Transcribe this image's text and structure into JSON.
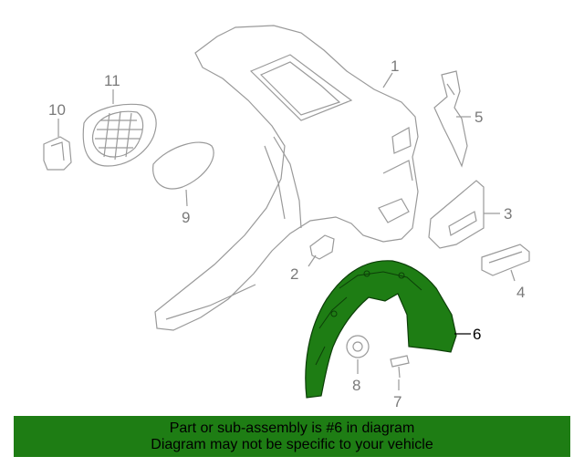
{
  "diagram": {
    "callouts": [
      {
        "id": "1",
        "label": "1"
      },
      {
        "id": "2",
        "label": "2"
      },
      {
        "id": "3",
        "label": "3"
      },
      {
        "id": "4",
        "label": "4"
      },
      {
        "id": "5",
        "label": "5"
      },
      {
        "id": "6",
        "label": "6"
      },
      {
        "id": "7",
        "label": "7"
      },
      {
        "id": "8",
        "label": "8"
      },
      {
        "id": "9",
        "label": "9"
      },
      {
        "id": "10",
        "label": "10"
      },
      {
        "id": "11",
        "label": "11"
      }
    ],
    "highlighted_part": "6",
    "colors": {
      "highlight": "#1e7d14",
      "line": "#9a9a9a",
      "banner": "#1e7d14"
    }
  },
  "banner": {
    "line1": "Part or sub-assembly is #6 in diagram",
    "line2": "Diagram may not be specific to your vehicle"
  }
}
